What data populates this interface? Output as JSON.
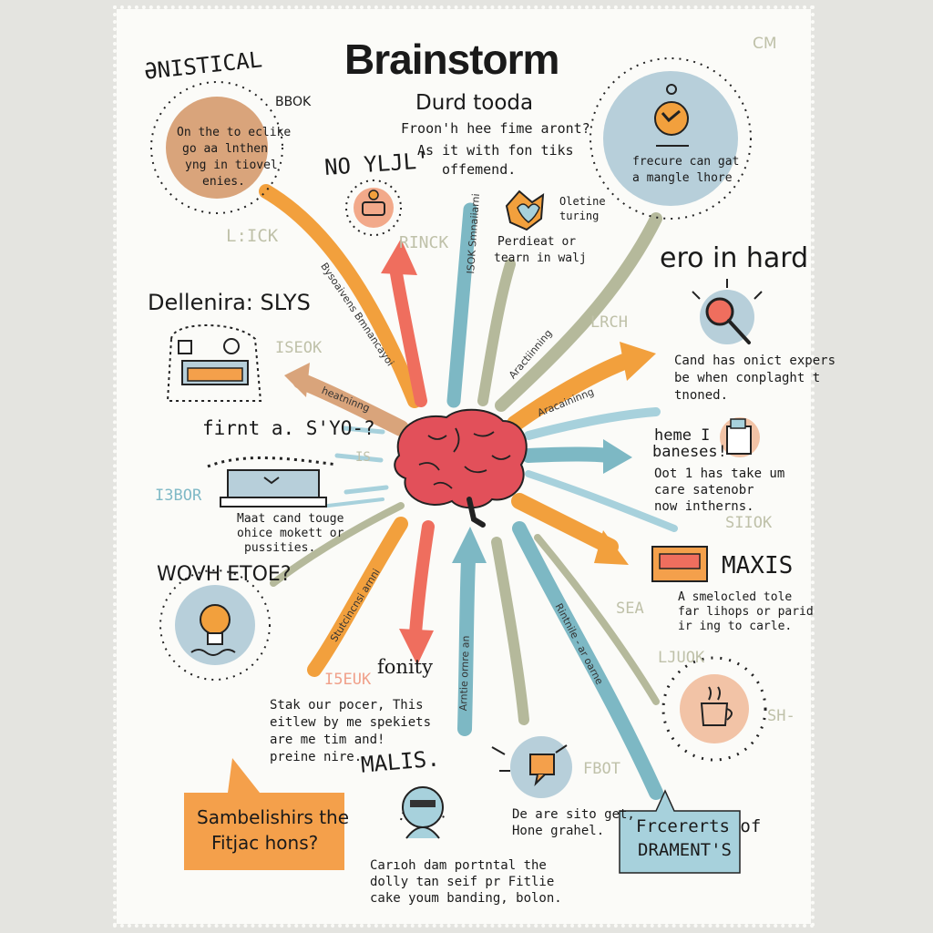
{
  "title": "Brainstorm",
  "center_note": {
    "heading": "Durd tooda",
    "lines": [
      "Froon'h hee fime aront?",
      "As it with fon tiks",
      "offemend."
    ]
  },
  "top_left": {
    "heading": "ƏNISTICAL",
    "circle_lines": [
      "On the to eclike",
      "go aa lnthen",
      "yng in tiovel",
      "enies."
    ],
    "tag1": "BBOK",
    "tag2": "L:ICK"
  },
  "no_sign": {
    "heading": "NO YLJL'",
    "tag": "RINCK"
  },
  "top_mid": {
    "lines_a": [
      "Oletine",
      "turing"
    ],
    "lines_b": [
      "Perdieat or",
      "tearn in walj"
    ]
  },
  "top_right": {
    "tag": "CM",
    "circle_lines": [
      "frecure can gat",
      "a mangle lhore"
    ]
  },
  "mid_left": {
    "heading": "Dellenira: SLYS",
    "tag": "ISEOK"
  },
  "right_upper": {
    "heading": "ero in hard",
    "tag": "LRCH",
    "lines": [
      "Cand has onict expers",
      "be when conplaght t",
      "tnoned."
    ]
  },
  "left_mid": {
    "heading": "firnt a. S'YO-?",
    "tag_a": "IS",
    "tag_b": "I3BOR",
    "lines": [
      "Maat cand touge",
      "ohice mokett or",
      "pussities."
    ]
  },
  "right_mid": {
    "heading_lines": [
      "heme I",
      "baneses!"
    ],
    "lines": [
      "Oot 1 has take um",
      "care satenobr",
      "now intherns."
    ],
    "tag": "SIIOK"
  },
  "left_lower": {
    "heading": "WOVH ETOE?",
    "tag": "I5EUK",
    "lines": [
      "Stak our pocer, This",
      "eitlew by me spekiets",
      "are me tim and!",
      "preine nire."
    ]
  },
  "right_lower": {
    "heading": "MAXIS",
    "tag": "SEA",
    "lines": [
      "A smelocled tole",
      "far lihops or parid",
      "ir ing to carle."
    ]
  },
  "bottom_left_callout": {
    "lines": [
      "Sambelishirs the",
      "Fitjac hons?"
    ]
  },
  "bottom_mid_left": {
    "heading": "MALIS.",
    "lines": [
      "Carıoh dam portntal the",
      "dolly tan seif pr Fitlie",
      "cake youm banding, bolon."
    ]
  },
  "bottom_mid": {
    "tag": "FBOT",
    "lines": [
      "De are sito get,",
      "Hone grahel."
    ]
  },
  "bottom_right": {
    "tag1": "LJUOK",
    "tag2": "SH-"
  },
  "bottom_right_callout": {
    "lines": [
      "Frcererts of",
      "DRAMENT'S"
    ]
  },
  "fonity": "fonity",
  "arrow_labels": [
    "Bysoaivens Bmnancayoi",
    "heatninng",
    "ISOK Smnaiiarni",
    "Aractiinning",
    "Aracaininng",
    "Stutcincnsi arnni",
    "Arntie ornre an",
    "Rintnile - ar oarne"
  ],
  "colors": {
    "orange": "#f2a03d",
    "teal": "#7db8c4",
    "coral": "#ef6e5e",
    "olive": "#b5b99b",
    "tan": "#d9a47b",
    "brain": "#e2505a",
    "callout_orange": "#f4a04b",
    "callout_teal": "#a7d1dc"
  },
  "icons": [
    "brain-icon",
    "lightbulb-icon",
    "magnifier-icon",
    "printer-icon",
    "chat-bubble-icon",
    "coffee-cup-icon",
    "alarm-clock-icon",
    "person-icon",
    "radio-icon",
    "laptop-icon"
  ]
}
